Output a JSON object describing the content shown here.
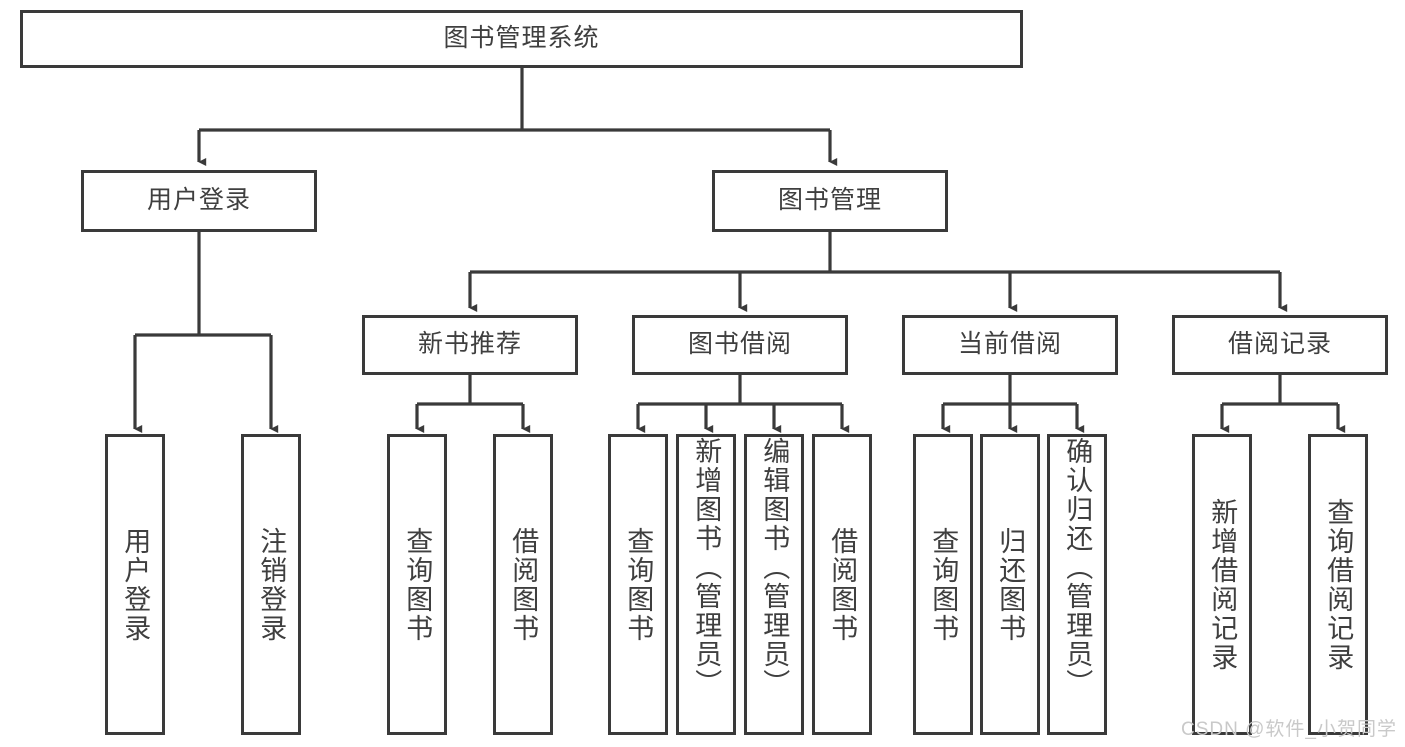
{
  "diagram": {
    "type": "tree-hierarchy-diagram",
    "title": "图书管理系统",
    "colors": {
      "stroke": "#3a3a3a",
      "text": "#3f3f3f",
      "background": "#ffffff",
      "watermark": "#c9c9c9"
    },
    "root": {
      "label": "图书管理系统",
      "orientation": "horizontal"
    },
    "level2": [
      {
        "label": "用户登录",
        "orientation": "horizontal"
      },
      {
        "label": "图书管理",
        "orientation": "horizontal"
      }
    ],
    "level3": [
      {
        "label": "新书推荐",
        "orientation": "horizontal",
        "parent": "图书管理"
      },
      {
        "label": "图书借阅",
        "orientation": "horizontal",
        "parent": "图书管理"
      },
      {
        "label": "当前借阅",
        "orientation": "horizontal",
        "parent": "图书管理"
      },
      {
        "label": "借阅记录",
        "orientation": "horizontal",
        "parent": "图书管理"
      }
    ],
    "leaves": {
      "用户登录": [
        {
          "label": "用户登录",
          "orientation": "vertical"
        },
        {
          "label": "注销登录",
          "orientation": "vertical"
        }
      ],
      "新书推荐": [
        {
          "label": "查询图书",
          "orientation": "vertical"
        },
        {
          "label": "借阅图书",
          "orientation": "vertical"
        }
      ],
      "图书借阅": [
        {
          "label": "查询图书",
          "orientation": "vertical"
        },
        {
          "label": "新增图书（管理员）",
          "orientation": "vertical"
        },
        {
          "label": "编辑图书（管理员）",
          "orientation": "vertical"
        },
        {
          "label": "借阅图书",
          "orientation": "vertical"
        }
      ],
      "当前借阅": [
        {
          "label": "查询图书",
          "orientation": "vertical"
        },
        {
          "label": "归还图书",
          "orientation": "vertical"
        },
        {
          "label": "确认归还（管理员）",
          "orientation": "vertical"
        }
      ],
      "借阅记录": [
        {
          "label": "新增借阅记录",
          "orientation": "vertical"
        },
        {
          "label": "查询借阅记录",
          "orientation": "vertical"
        }
      ]
    },
    "watermark": "CSDN @软件_小贺同学"
  }
}
